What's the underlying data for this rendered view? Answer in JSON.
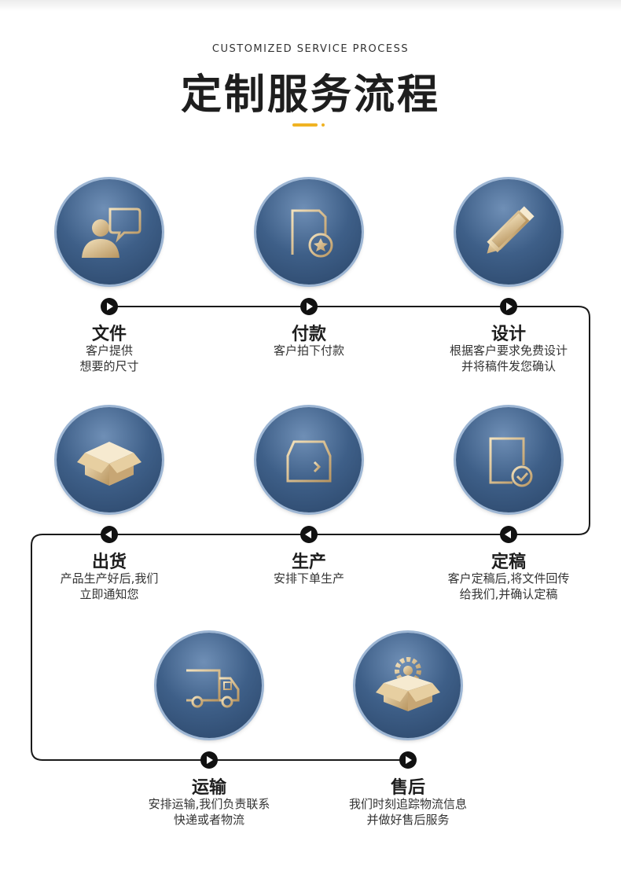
{
  "header": {
    "subtitle": "CUSTOMIZED SERVICE PROCESS",
    "title": "定制服务流程"
  },
  "colors": {
    "accent": "#f0b323",
    "circle": "#3e5f88",
    "gold": "#d9bc88",
    "line": "#1a1a1a"
  },
  "steps": [
    {
      "icon": "customer-chat-icon",
      "title": "文件",
      "desc": "客户提供\n想要的尺寸"
    },
    {
      "icon": "document-badge-icon",
      "title": "付款",
      "desc": "客户拍下付款"
    },
    {
      "icon": "pencil-ruler-icon",
      "title": "设计",
      "desc": "根据客户要求免费设计\n并将稿件发您确认"
    },
    {
      "icon": "open-box-icon",
      "title": "出货",
      "desc": "产品生产好后,我们\n立即通知您"
    },
    {
      "icon": "inbox-arrow-icon",
      "title": "生产",
      "desc": "安排下单生产"
    },
    {
      "icon": "document-check-icon",
      "title": "定稿",
      "desc": "客户定稿后,将文件回传\n给我们,并确认定稿"
    },
    {
      "icon": "delivery-truck-icon",
      "title": "运输",
      "desc": "安排运输,我们负责联系\n快递或者物流"
    },
    {
      "icon": "box-gear-icon",
      "title": "售后",
      "desc": "我们时刻追踪物流信息\n并做好售后服务"
    }
  ]
}
